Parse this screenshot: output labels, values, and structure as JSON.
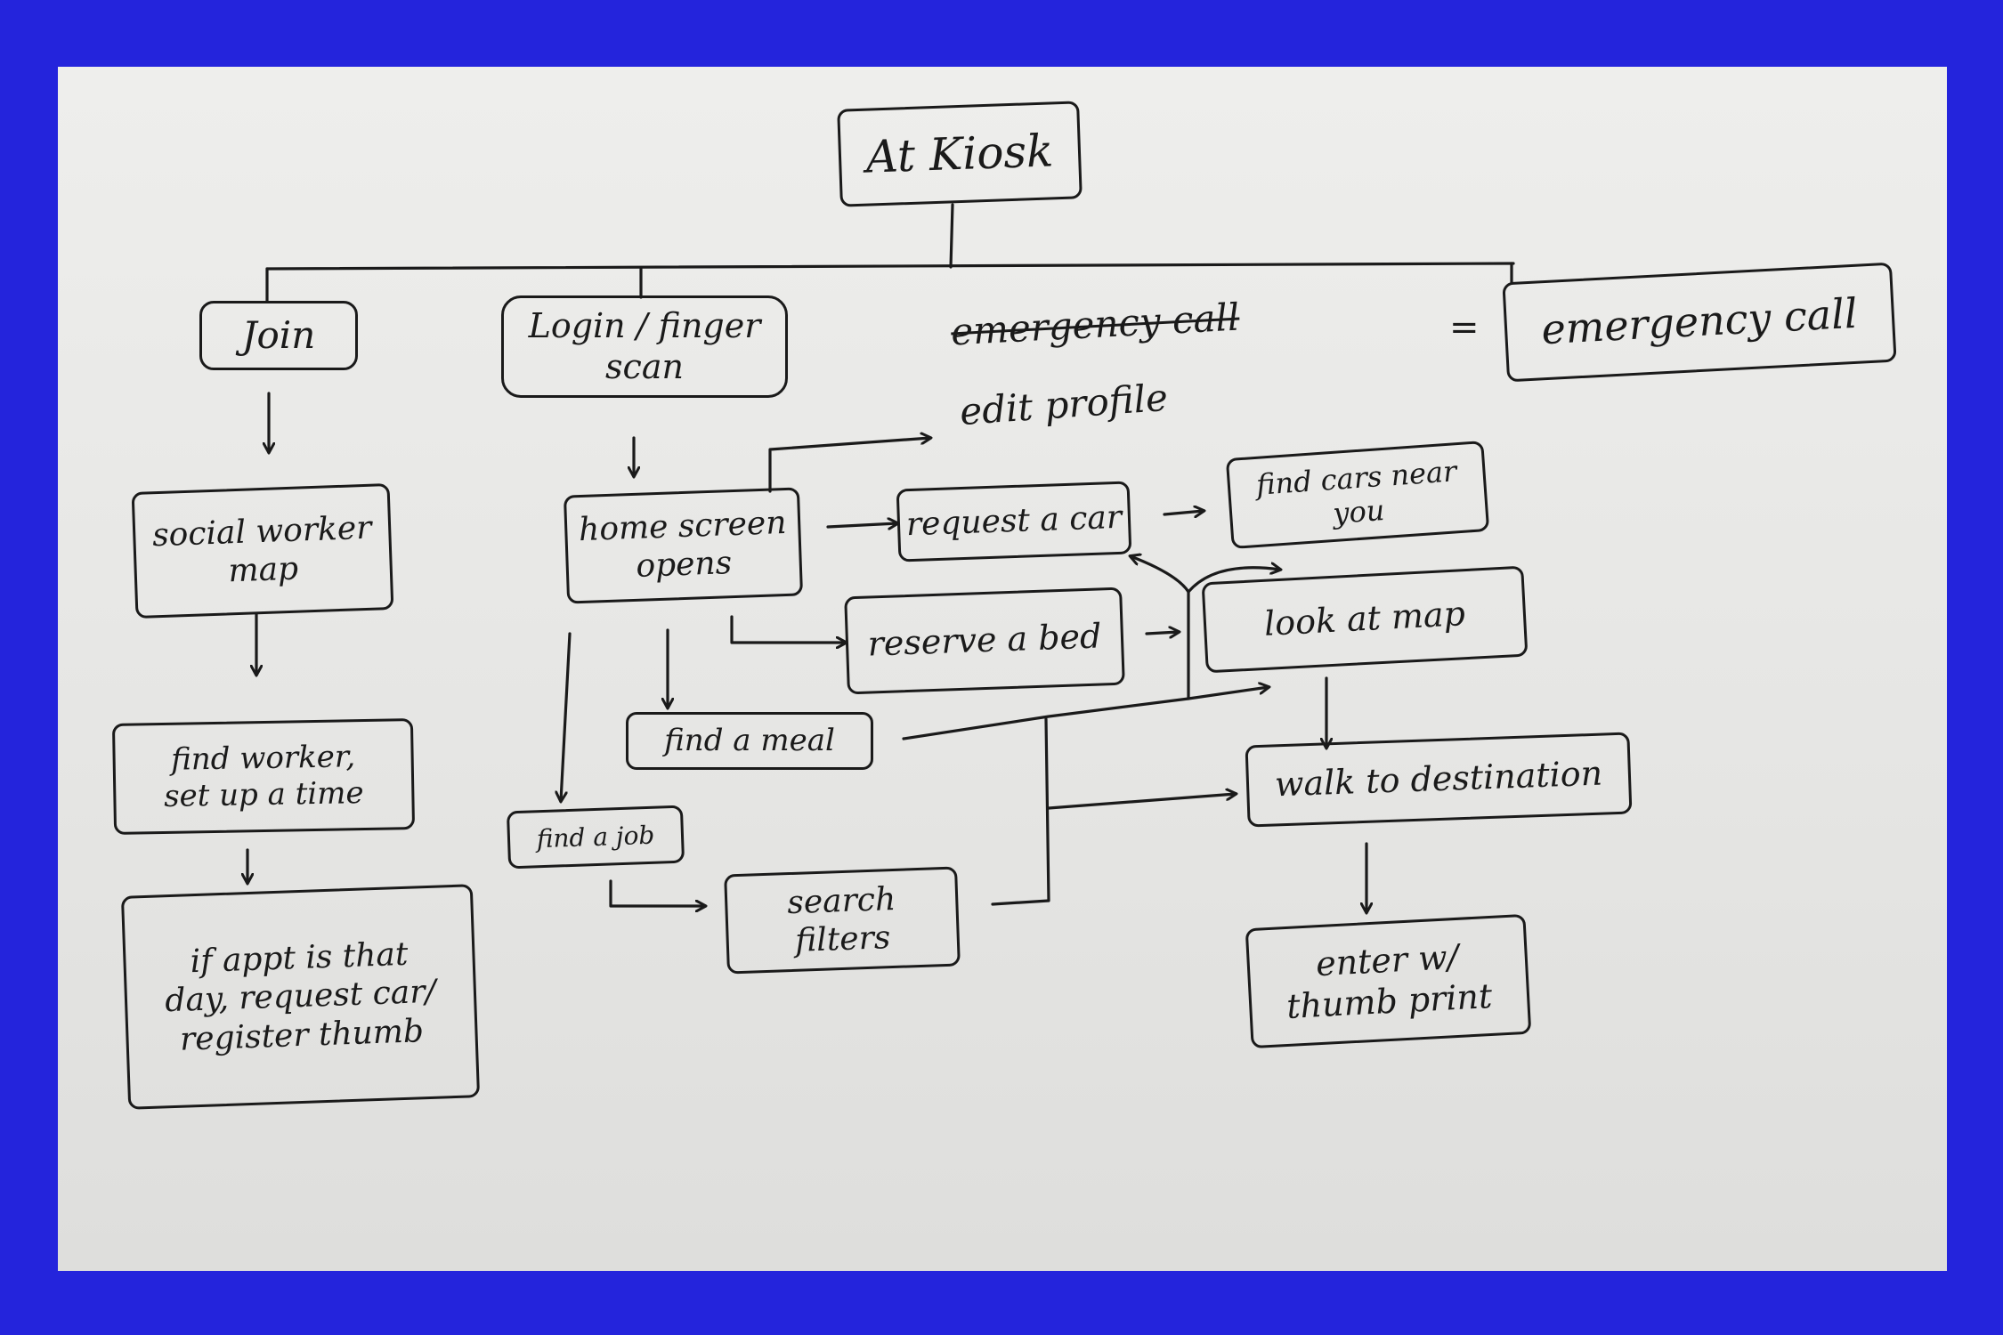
{
  "diagram": {
    "nodes": {
      "at_kiosk": "At Kiosk",
      "join": "Join",
      "login": "Login / finger\nscan",
      "emergency_call": "emergency call",
      "social_worker_map": "social worker\nmap",
      "find_worker": "find worker,\nset up a time",
      "if_appt": "if appt is that\nday, request car/\nregister thumb",
      "home_screen": "home screen\nopens",
      "request_car": "request a car",
      "find_cars": "find cars near\nyou",
      "reserve_bed": "reserve a bed",
      "look_at_map": "look at map",
      "find_meal": "find a meal",
      "find_job": "find a job",
      "search_filters": "search\nfilters",
      "walk_destination": "walk to destination",
      "enter_thumb": "enter w/\nthumb print"
    },
    "labels": {
      "edit_profile": "edit profile",
      "crossed_out": "emergency call",
      "equals_mark": "="
    }
  }
}
